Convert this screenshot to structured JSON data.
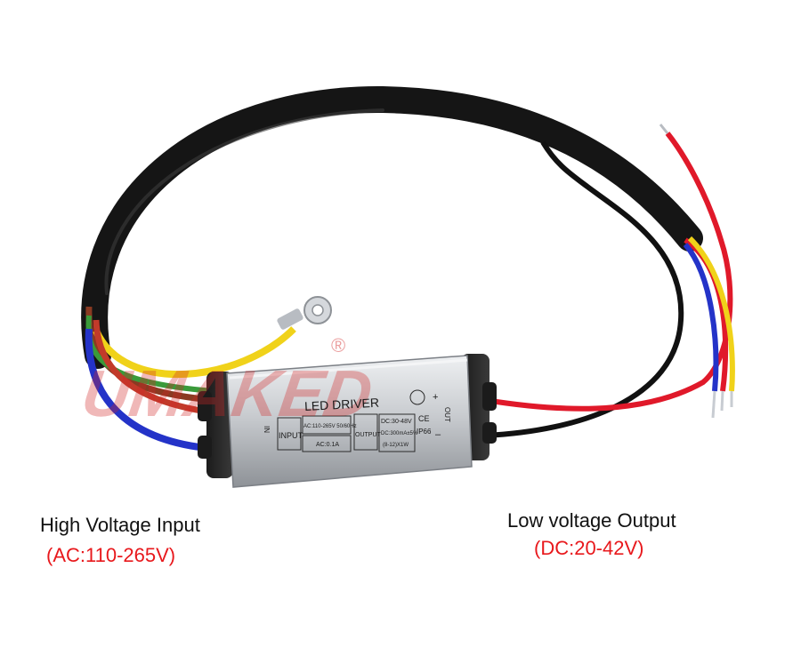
{
  "photo": {
    "subject": "led-driver-with-cables",
    "watermark_text": "UMAKED",
    "watermark_mark": "®",
    "driver_label": {
      "title": "LED DRIVER",
      "input_heading": "INPUT",
      "input_spec": "AC:110-265V 50/60Hz",
      "input_current": "AC:0.1A",
      "output_heading": "OUTPUT",
      "output_spec_1": "DC:30-48V",
      "output_spec_2": "DC:300mA±5%",
      "output_spec_3": "(8-12)X1W",
      "ce": "CE",
      "ip": "IP66",
      "side_in": "IN",
      "side_out": "OUT"
    }
  },
  "captions": {
    "input_title": "High Voltage Input",
    "input_range": "(AC:110-265V)",
    "output_title": "Low voltage Output",
    "output_range": "(DC:20-42V)"
  },
  "colors": {
    "accent_red": "#e8181c",
    "cable_black": "#111111",
    "wire_red": "#e0192a",
    "wire_yellow": "#f0d21a",
    "wire_blue": "#2433c8",
    "wire_brown": "#8a3a22",
    "wire_green": "#3a9a3a",
    "case_silver": "#c9ccd0"
  }
}
